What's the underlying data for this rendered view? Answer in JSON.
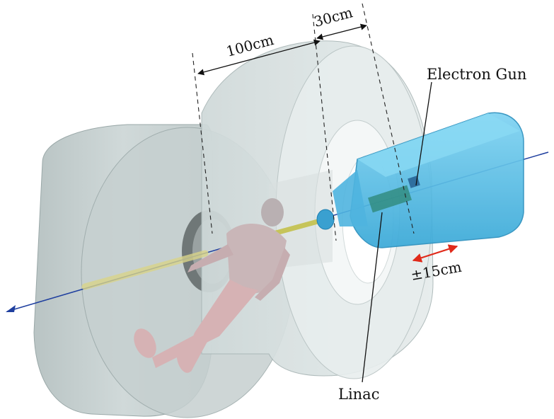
{
  "labels": {
    "dim_100": "100cm",
    "dim_30": "30cm",
    "electron_gun": "Electron Gun",
    "linac": "Linac",
    "travel": "±15cm"
  },
  "colors": {
    "magnet": "#c9d3d3",
    "magnet_dark": "#a9b6b6",
    "linac_box": "#5fbfe6",
    "beam_axis": "#1f3f9f",
    "travel_arrow": "#e02a1a",
    "patient": "#d6b2b4",
    "beam_pipe": "#d9d48a"
  }
}
